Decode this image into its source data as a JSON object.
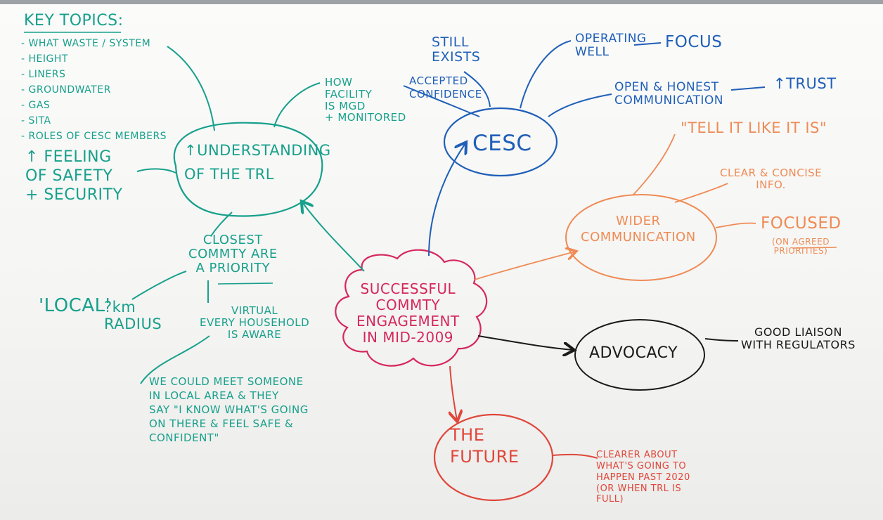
{
  "colors": {
    "teal": "#17a08c",
    "blue": "#1f5fb8",
    "orange": "#ef8b55",
    "red": "#e0463a",
    "pink": "#d5285c",
    "black": "#1a1a1a"
  },
  "key_topics": {
    "title": "KEY TOPICS:",
    "items": [
      "- WHAT WASTE / SYSTEM",
      "- HEIGHT",
      "- LINERS",
      "- GROUNDWATER",
      "- GAS",
      "- SITA",
      "- ROLES OF CESC MEMBERS"
    ]
  },
  "center": "SUCCESSFUL\nCOMMTY\nENGAGEMENT\nIN MID-2009",
  "understanding": {
    "title": "↑UNDERSTANDING\nOF THE TRL",
    "safety": "↑ FEELING\nOF SAFETY\n+ SECURITY",
    "how_managed": "HOW\nFACILITY\nIS MGD\n+ MONITORED"
  },
  "priority": {
    "closest": "CLOSEST\nCOMMTY ARE\nA PRIORITY",
    "local": "'LOCAL'",
    "radius": "?km\nRADIUS",
    "virtual": "VIRTUAL\nEVERY HOUSEHOLD\nIS AWARE",
    "quote": "WE COULD MEET SOMEONE\nIN LOCAL AREA & THEY\nSAY \"I KNOW WHAT'S GOING\nON THERE & FEEL SAFE &\nCONFIDENT\""
  },
  "cesc": {
    "title": "CESC",
    "still_exists": "STILL\nEXISTS",
    "accepted": "ACCEPTED\nCONFIDENCE",
    "operating_well": "OPERATING\nWELL",
    "focus": "FOCUS",
    "open_honest": "OPEN & HONEST\nCOMMUNICATION",
    "trust": "↑TRUST"
  },
  "wider": {
    "title": "WIDER\nCOMMUNICATION",
    "tell": "\"TELL IT LIKE IT IS\"",
    "clear": "CLEAR & CONCISE\nINFO.",
    "focused": "FOCUSED",
    "priorities": "(ON AGREED\nPRIORITIES)"
  },
  "advocacy": {
    "title": "ADVOCACY",
    "liaison": "GOOD LIAISON\nWITH REGULATORS"
  },
  "future": {
    "title": "THE\nFUTURE",
    "clearer": "CLEARER ABOUT\nWHAT'S GOING TO\nHAPPEN PAST 2020\n(OR WHEN TRL IS\nFULL)"
  }
}
